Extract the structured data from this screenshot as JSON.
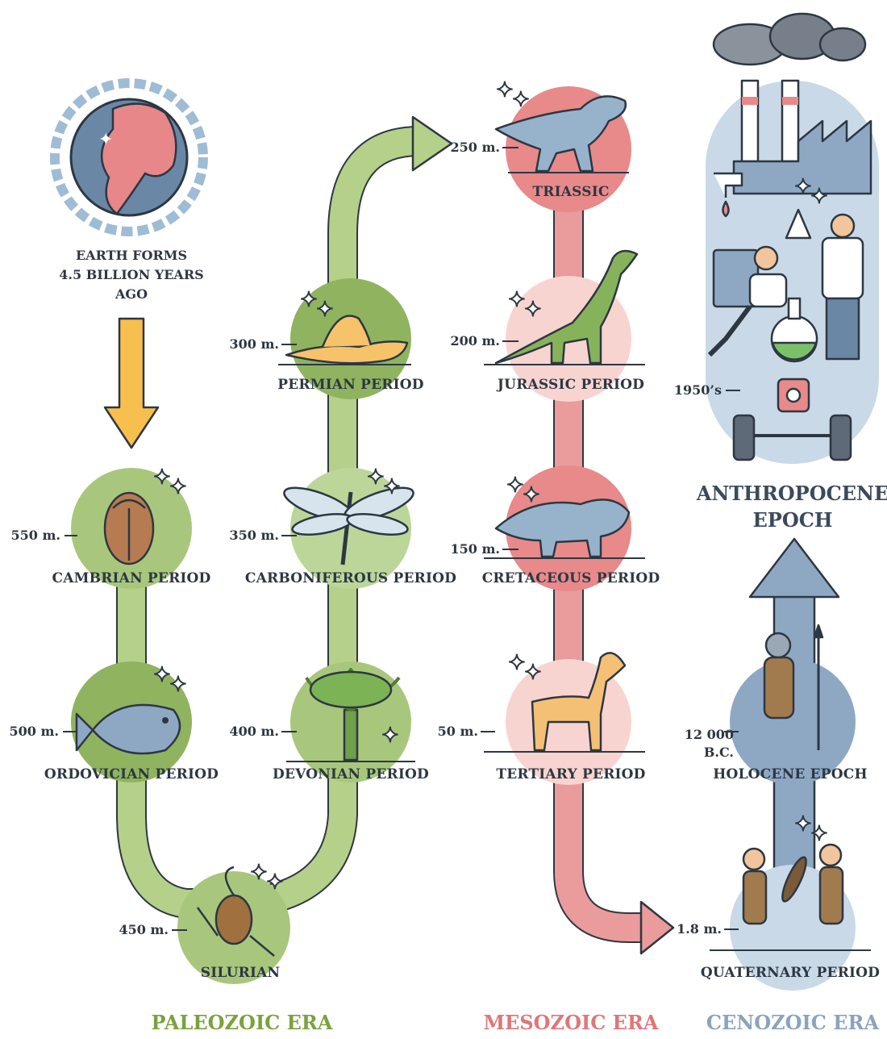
{
  "earth": {
    "line1": "EARTH FORMS",
    "line2": "4.5 BILLION YEARS",
    "line3": "AGO"
  },
  "periods": {
    "cambrian": {
      "label": "CAMBRIAN PERIOD",
      "time": "550 m."
    },
    "ordovician": {
      "label": "ORDOVICIAN PERIOD",
      "time": "500 m."
    },
    "silurian": {
      "label": "SILURIAN",
      "time": "450 m."
    },
    "devonian": {
      "label": "DEVONIAN PERIOD",
      "time": "400 m."
    },
    "carboniferous": {
      "label": "CARBONIFEROUS PERIOD",
      "time": "350 m."
    },
    "permian": {
      "label": "PERMIAN PERIOD",
      "time": "300 m."
    },
    "triassic": {
      "label": "TRIASSIC",
      "time": "250 m."
    },
    "jurassic": {
      "label": "JURASSIC PERIOD",
      "time": "200 m."
    },
    "cretaceous": {
      "label": "CRETACEOUS PERIOD",
      "time": "150 m."
    },
    "tertiary": {
      "label": "TERTIARY PERIOD",
      "time": "50 m."
    },
    "quaternary": {
      "label": "QUATERNARY PERIOD",
      "time": "1.8 m."
    },
    "holocene": {
      "label": "HOLOCENE EPOCH",
      "time_line1": "12 000",
      "time_line2": "B.C."
    },
    "anthropocene": {
      "line1": "ANTHROPOCENE",
      "line2": "EPOCH",
      "time": "1950’s"
    }
  },
  "eras": {
    "paleozoic": "PALEOZOIC ERA",
    "mesozoic": "MESOZOIC ERA",
    "cenozoic": "CENOZOIC ERA"
  },
  "colors": {
    "paleozoic_fill": "#a9c77c",
    "paleozoic_dark": "#8fb35f",
    "paleozoic_text": "#7aa23f",
    "mesozoic_fill": "#e8898a",
    "mesozoic_light": "#f8d4d0",
    "mesozoic_text": "#de7779",
    "cenozoic_fill": "#b9cde0",
    "cenozoic_dark": "#8ea8c4",
    "cenozoic_text": "#8aa4be",
    "arrow_yellow": "#f7bf4e",
    "outline": "#2d3742"
  }
}
